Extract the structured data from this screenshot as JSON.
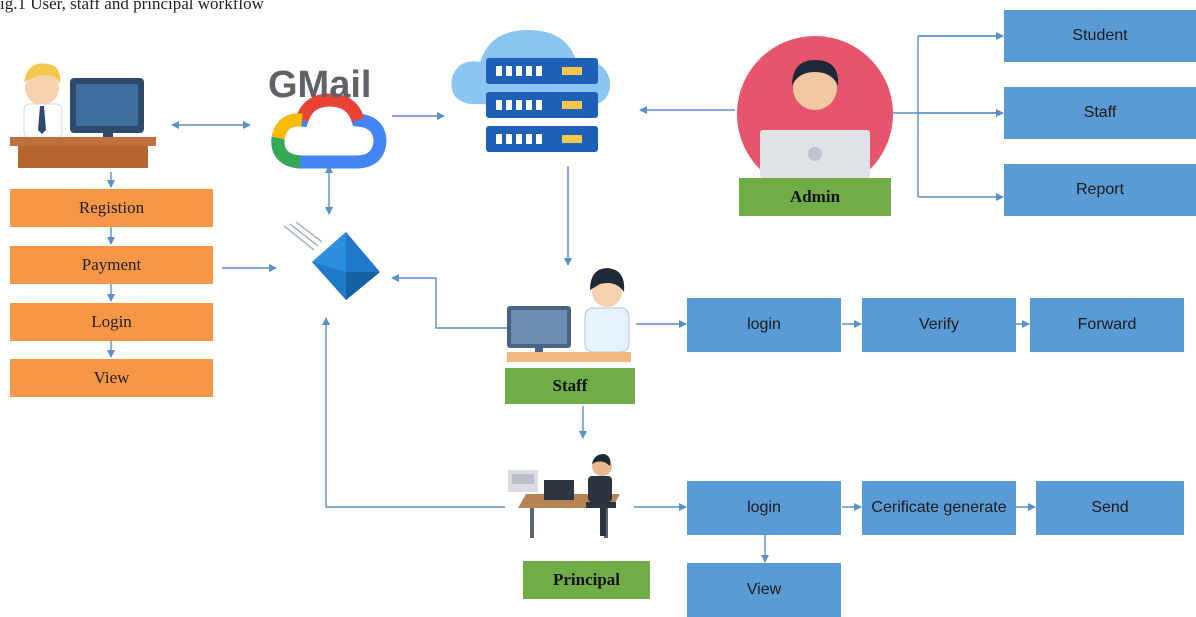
{
  "caption": "ig.1 User, staff and principal workflow",
  "gmail_logo_text": "GMail",
  "colors": {
    "orange": "#f79646",
    "blue": "#5b9bd5",
    "green": "#70ad47",
    "arrow": "#5b8fc9"
  },
  "icons": {
    "user": "user-at-desk-icon",
    "gmail": "gmail-logo-icon",
    "cloud": "google-cloud-icon",
    "server": "cloud-server-icon",
    "admin": "admin-avatar-icon",
    "mail": "email-envelope-icon",
    "staff": "staff-at-desk-icon",
    "principal": "principal-at-desk-icon"
  },
  "user_steps": [
    "Registion",
    "Payment",
    "Login",
    "View"
  ],
  "admin": {
    "label": "Admin",
    "menu": [
      "Student",
      "Staff",
      "Report"
    ]
  },
  "staff": {
    "label": "Staff",
    "flow": [
      "login",
      "Verify",
      "Forward"
    ]
  },
  "principal": {
    "label": "Principal",
    "flow": [
      "login",
      "Cerificate generate",
      "Send"
    ],
    "extra": "View"
  }
}
